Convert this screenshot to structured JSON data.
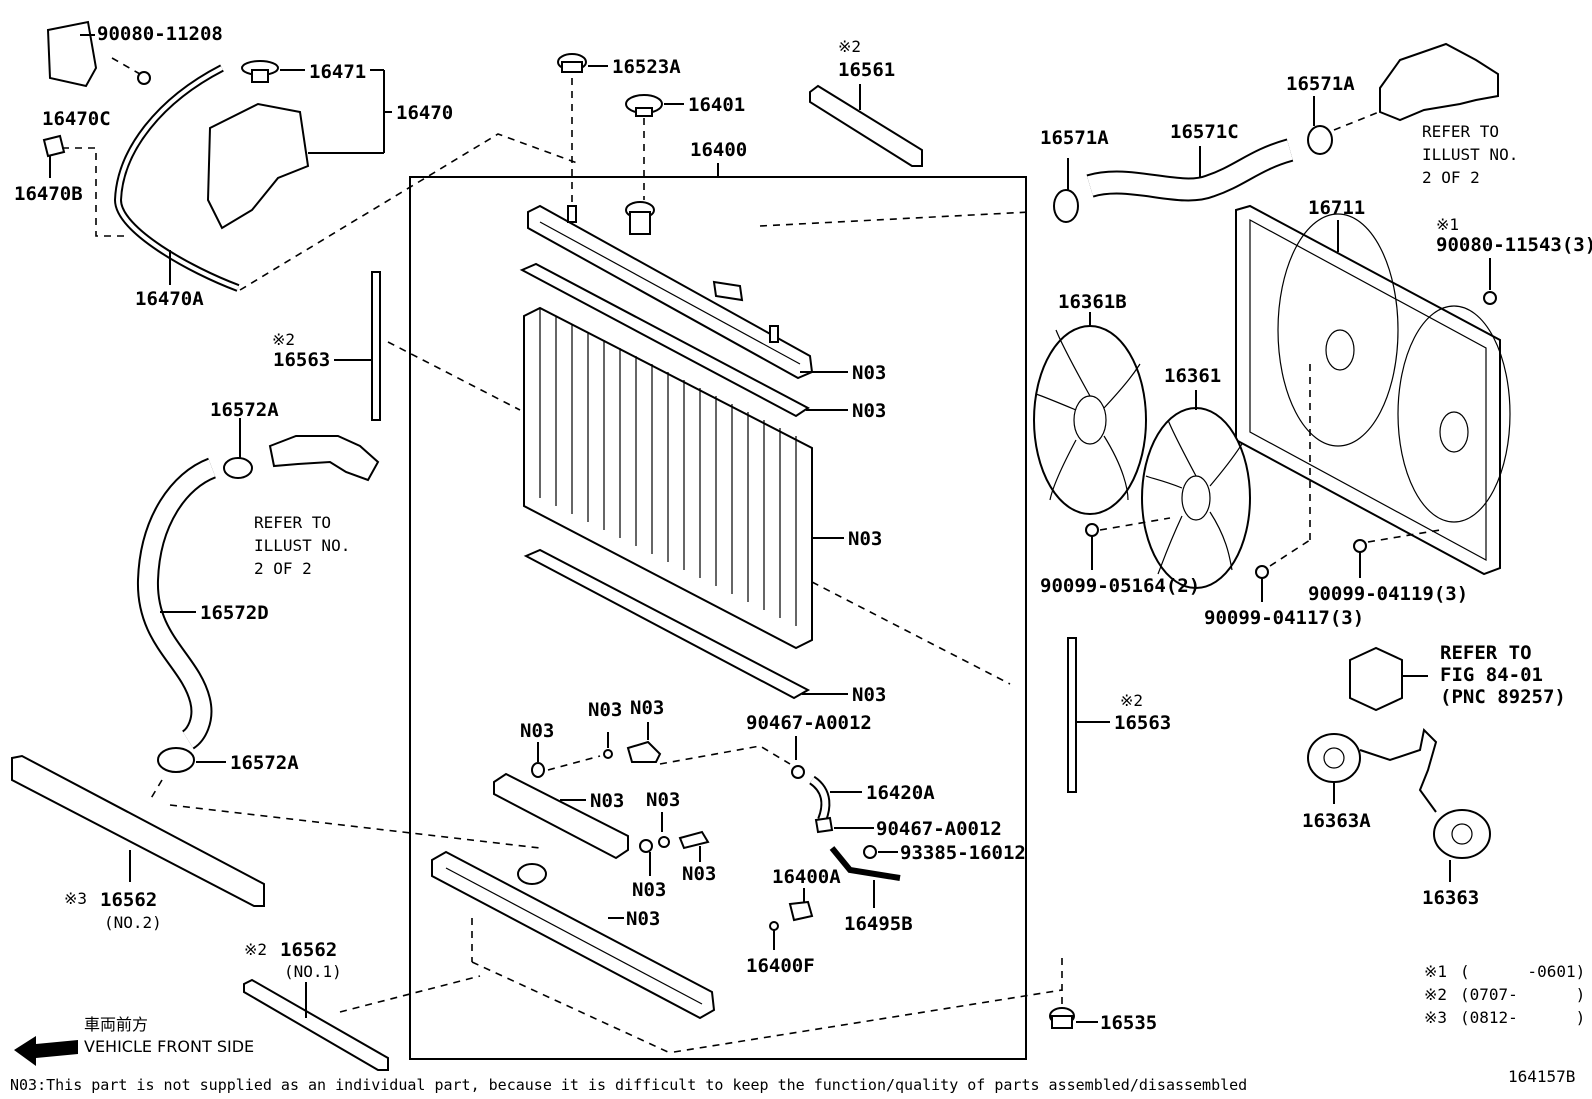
{
  "figure_id": "164157B",
  "footnote": "N03:This part is not supplied as an individual part, because it is difficult to keep the function/quality of parts assembled/disassembled",
  "legend": [
    {
      "mark": "※1",
      "range": "(      -0601)"
    },
    {
      "mark": "※2",
      "range": "(0707-      )"
    },
    {
      "mark": "※3",
      "range": "(0812-      )"
    }
  ],
  "vehicle_front": {
    "jp": "車両前方",
    "en": "VEHICLE FRONT SIDE"
  },
  "refer_notes": {
    "a": [
      "REFER TO",
      "ILLUST NO.",
      "2 OF 2"
    ],
    "b": [
      "REFER TO",
      "ILLUST NO.",
      "2 OF 2"
    ],
    "c": [
      "REFER TO",
      "FIG 84-01",
      "(PNC 89257)"
    ]
  },
  "labels": {
    "p90080_11208": "90080-11208",
    "p16471": "16471",
    "p16470": "16470",
    "p16470C": "16470C",
    "p16470B": "16470B",
    "p16470A": "16470A",
    "p16523A": "16523A",
    "p16401": "16401",
    "p16400": "16400",
    "p16561": "16561",
    "p16561_mark": "※2",
    "p16563_left": "16563",
    "p16563_left_mark": "※2",
    "p16572A_top": "16572A",
    "p16572D": "16572D",
    "p16572A_bot": "16572A",
    "p16562_no2": "16562",
    "p16562_no2_mark": "※3",
    "p16562_no2_sub": "(NO.2)",
    "p16562_no1": "16562",
    "p16562_no1_mark": "※2",
    "p16562_no1_sub": "(NO.1)",
    "n03_a": "N03",
    "n03_b": "N03",
    "n03_c": "N03",
    "n03_d": "N03",
    "n03_e": "N03",
    "n03_f": "N03",
    "n03_g": "N03",
    "n03_h": "N03",
    "n03_i": "N03",
    "n03_j": "N03",
    "n03_k": "N03",
    "p90467_a": "90467-A0012",
    "p90467_b": "90467-A0012",
    "p16420A": "16420A",
    "p93385": "93385-16012",
    "p16400A": "16400A",
    "p16495B": "16495B",
    "p16400F": "16400F",
    "p16535": "16535",
    "p16571A_left": "16571A",
    "p16571C": "16571C",
    "p16571A_right": "16571A",
    "p16711": "16711",
    "p90080_11543": "90080-11543(3)",
    "p90080_11543_mark": "※1",
    "p16361B": "16361B",
    "p16361": "16361",
    "p90099_05164": "90099-05164(2)",
    "p90099_04117": "90099-04117(3)",
    "p90099_04119": "90099-04119(3)",
    "p16563_right": "16563",
    "p16563_right_mark": "※2",
    "p16363A": "16363A",
    "p16363": "16363"
  }
}
